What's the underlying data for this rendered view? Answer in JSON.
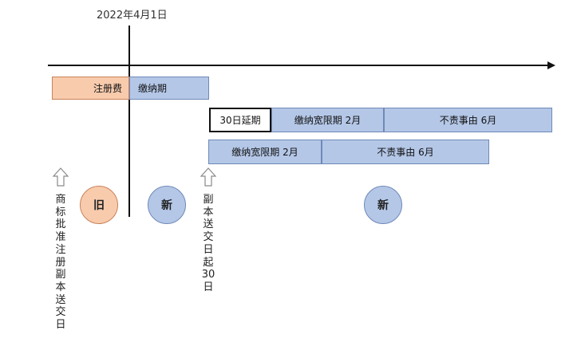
{
  "timeline": {
    "date_label": "2022年4月1日"
  },
  "row1": {
    "fee": "注册费",
    "payment": "缴纳期"
  },
  "row2": {
    "extension": "30日延期",
    "grace": "缴纳宽限期  2月",
    "force": "不责事由  6月"
  },
  "row3": {
    "grace": "缴纳宽限期  2月",
    "force": "不责事由  6月"
  },
  "markers": {
    "left_text": "商标批准注册副本送交日",
    "right_text": "副本送交日起30日"
  },
  "circles": {
    "old": "旧",
    "new_left": "新",
    "new_right": "新"
  },
  "colors": {
    "blue": "#b4c7e7",
    "orange": "#f8cbad",
    "border_blue": "#6f89b8"
  }
}
